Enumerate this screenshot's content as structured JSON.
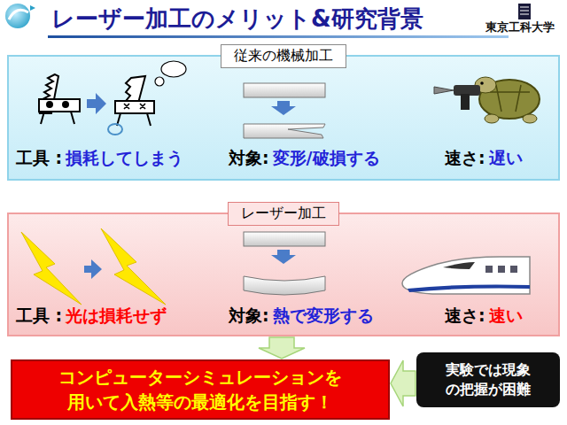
{
  "diagram": {
    "title": "レーザー加工のメリット&研究背景",
    "nodes": [
      {
        "text": [
          "従来の機械加工",
          "工具 :",
          "損耗してしまう",
          "対象:",
          "変形/破損する",
          "速さ:",
          "遅い"
        ]
      },
      {
        "text": [
          "レーザー加工",
          "工具 :",
          "光は損耗せず",
          "対象:",
          "熱で変形する",
          "速さ:",
          "速い"
        ]
      },
      {
        "text": [
          "コンピューターシミュレーションを 用いて入熱等の最適化を目指す！"
        ]
      },
      {
        "text": [
          "実験では現象 の把握が困難"
        ]
      }
    ],
    "edges": [
      {
        "from": 1,
        "to": 2,
        "arrow": "to"
      },
      {
        "from": 3,
        "to": 2,
        "arrow": "to"
      }
    ],
    "labels": [
      "東京工科大学"
    ]
  }
}
